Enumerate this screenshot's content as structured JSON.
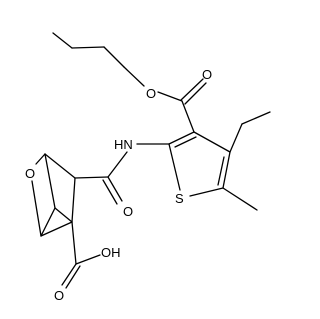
{
  "structure": {
    "atom_labels": {
      "ester_carbonyl_oxygen": "O",
      "ester_oxygen": "O",
      "amide_nitrogen": "HN",
      "thiophene_sulfur": "S",
      "amide_carbonyl_oxygen": "O",
      "bridge_oxygen": "O",
      "acid_carbonyl_oxygen": "O",
      "acid_hydroxyl": "OH"
    }
  }
}
